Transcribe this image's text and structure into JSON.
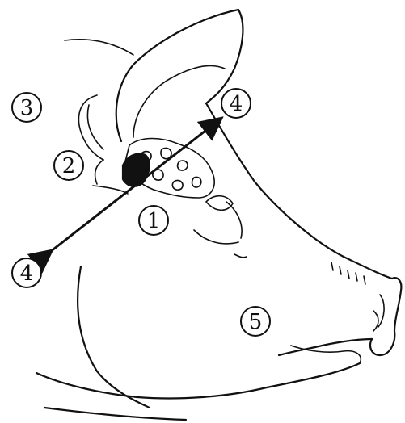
{
  "diagram": {
    "labels": [
      {
        "id": "label-1",
        "text": "1"
      },
      {
        "id": "label-2",
        "text": "2"
      },
      {
        "id": "label-3",
        "text": "3"
      },
      {
        "id": "label-4a",
        "text": "4"
      },
      {
        "id": "label-4b",
        "text": "4"
      },
      {
        "id": "label-5",
        "text": "5"
      }
    ],
    "colors": {
      "ink": "#111111",
      "background": "#ffffff"
    }
  }
}
